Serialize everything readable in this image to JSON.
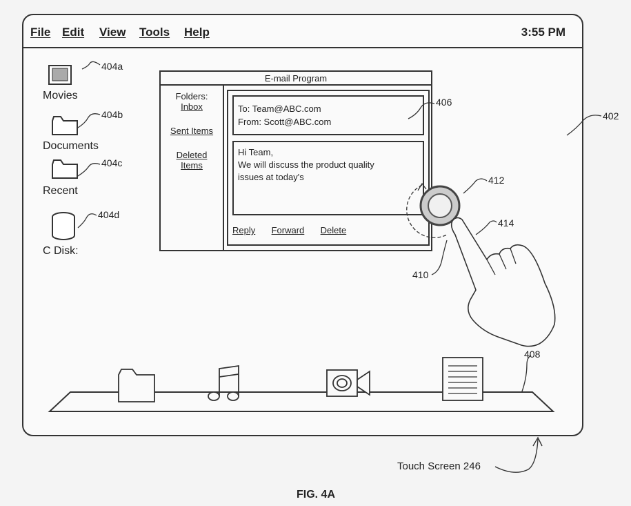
{
  "menu": {
    "file": "File",
    "edit": "Edit",
    "view": "View",
    "tools": "Tools",
    "help": "Help",
    "clock": "3:55 PM"
  },
  "desktop_icons": [
    {
      "label": "Movies",
      "ref": "404a",
      "icon": "movie-icon"
    },
    {
      "label": "Documents",
      "ref": "404b",
      "icon": "folder-icon"
    },
    {
      "label": "Recent",
      "ref": "404c",
      "icon": "folder-icon"
    },
    {
      "label": "C Disk:",
      "ref": "404d",
      "icon": "disk-icon"
    }
  ],
  "email": {
    "title": "E-mail Program",
    "folders_label": "Folders:",
    "inbox": "Inbox",
    "sent": "Sent Items",
    "deleted_line1": "Deleted",
    "deleted_line2": "Items",
    "to": "To: Team@ABC.com",
    "from": "From: Scott@ABC.com",
    "greeting": "Hi Team,",
    "body_line1": "We will discuss the product quality",
    "body_line2": "issues at today's",
    "reply": "Reply",
    "forward": "Forward",
    "delete": "Delete"
  },
  "refs": {
    "email_window": "406",
    "screen": "402",
    "touch_circle": "412",
    "finger": "414",
    "gesture": "410",
    "dock": "408"
  },
  "dock_icons": [
    "folder-icon",
    "music-icon",
    "camera-icon",
    "document-icon"
  ],
  "touch_screen_label": "Touch Screen 246",
  "figure_caption": "FIG. 4A"
}
